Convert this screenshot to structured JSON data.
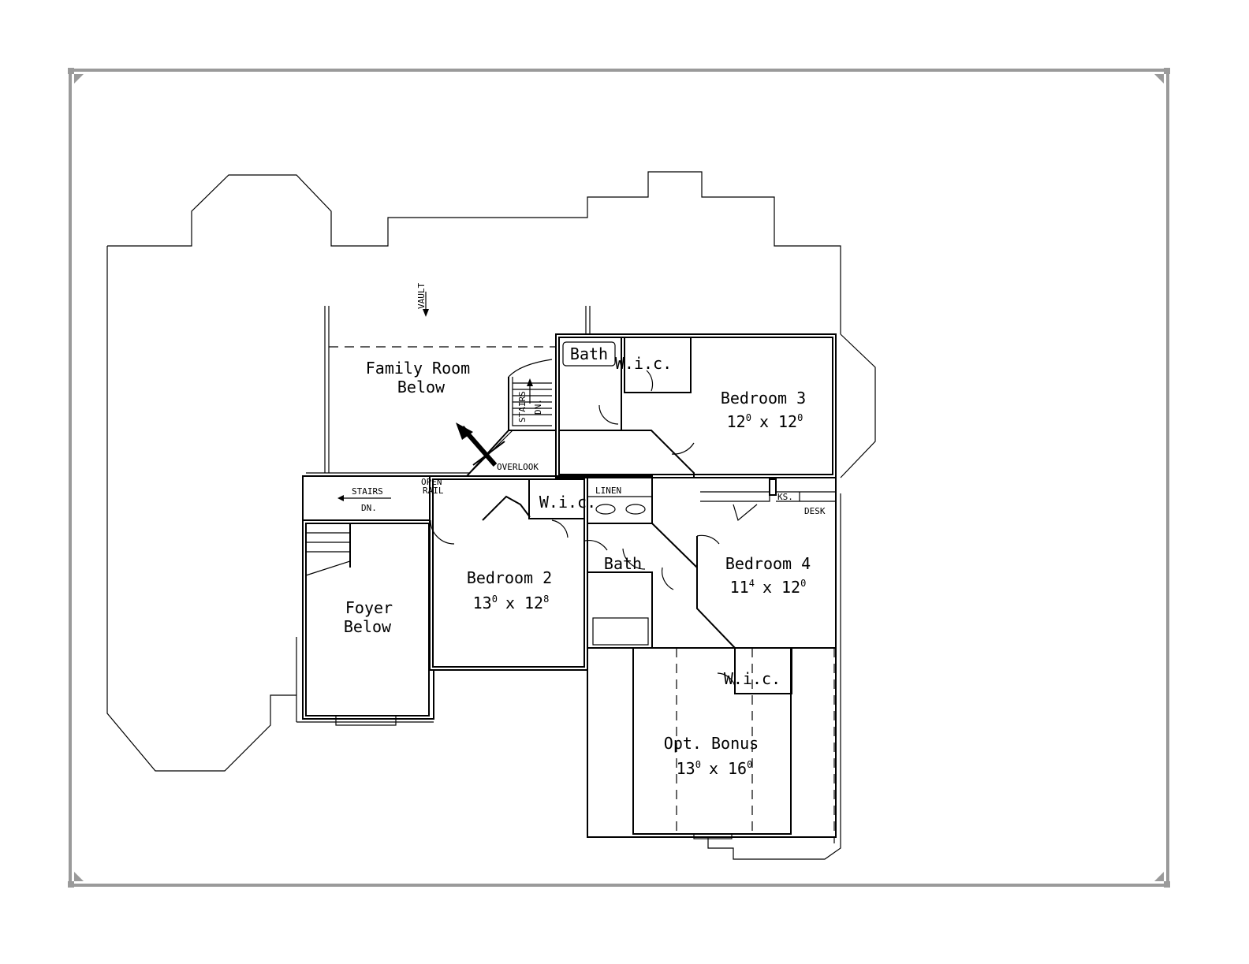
{
  "rooms": {
    "family_room": {
      "name_line1": "Family Room",
      "name_line2": "Below"
    },
    "foyer": {
      "name_line1": "Foyer",
      "name_line2": "Below"
    },
    "bedroom2": {
      "name": "Bedroom 2",
      "dim_a": "13",
      "sup_a": "0",
      "x": "x",
      "dim_b": "12",
      "sup_b": "8"
    },
    "bedroom3": {
      "name": "Bedroom 3",
      "dim_a": "12",
      "sup_a": "0",
      "x": "x",
      "dim_b": "12",
      "sup_b": "0"
    },
    "bedroom4": {
      "name": "Bedroom 4",
      "dim_a": "11",
      "sup_a": "4",
      "x": "x",
      "dim_b": "12",
      "sup_b": "0"
    },
    "bonus": {
      "name": "Opt. Bonus",
      "dim_a": "13",
      "sup_a": "0",
      "x": "x",
      "dim_b": "16",
      "sup_b": "0"
    },
    "bath_top": "Bath",
    "bath_mid": "Bath",
    "wic_top": "W.i.c.",
    "wic_b2": "W.i.c.",
    "wic_bonus": "W.i.c."
  },
  "notes": {
    "vault": "VAULT",
    "stairs_top": "STAIRS",
    "stairs_top_dn": "DN.",
    "stairs_left": "STAIRS",
    "stairs_left_dn": "DN.",
    "open_rail_1": "OPEN",
    "open_rail_2": "RAIL",
    "overlook": "OVERLOOK",
    "linen": "LINEN",
    "ks": "KS.",
    "desk": "DESK"
  }
}
